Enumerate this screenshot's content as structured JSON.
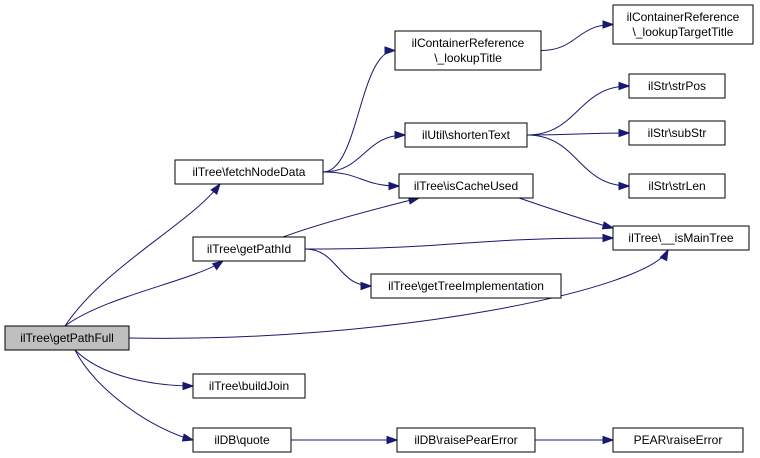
{
  "nodes": [
    {
      "id": "getPathFull",
      "lines": [
        "ilTree\\getPathFull"
      ],
      "root": true
    },
    {
      "id": "fetchNodeData",
      "lines": [
        "ilTree\\fetchNodeData"
      ]
    },
    {
      "id": "getPathId",
      "lines": [
        "ilTree\\getPathId"
      ]
    },
    {
      "id": "buildJoin",
      "lines": [
        "ilTree\\buildJoin"
      ]
    },
    {
      "id": "quote",
      "lines": [
        "ilDB\\quote"
      ]
    },
    {
      "id": "lookupTitle",
      "lines": [
        "ilContainerReference",
        "\\_lookupTitle"
      ]
    },
    {
      "id": "shortenText",
      "lines": [
        "ilUtil\\shortenText"
      ]
    },
    {
      "id": "isCacheUsed",
      "lines": [
        "ilTree\\isCacheUsed"
      ]
    },
    {
      "id": "getTreeImplementation",
      "lines": [
        "ilTree\\getTreeImplementation"
      ]
    },
    {
      "id": "raisePearError",
      "lines": [
        "ilDB\\raisePearError"
      ]
    },
    {
      "id": "lookupTargetTitle",
      "lines": [
        "ilContainerReference",
        "\\_lookupTargetTitle"
      ]
    },
    {
      "id": "strPos",
      "lines": [
        "ilStr\\strPos"
      ]
    },
    {
      "id": "subStr",
      "lines": [
        "ilStr\\subStr"
      ]
    },
    {
      "id": "strLen",
      "lines": [
        "ilStr\\strLen"
      ]
    },
    {
      "id": "isMainTree",
      "lines": [
        "ilTree\\__isMainTree"
      ]
    },
    {
      "id": "raiseError",
      "lines": [
        "PEAR\\raiseError"
      ]
    }
  ],
  "edges": [
    {
      "from": "getPathFull",
      "to": "fetchNodeData"
    },
    {
      "from": "getPathFull",
      "to": "getPathId"
    },
    {
      "from": "getPathFull",
      "to": "isMainTree"
    },
    {
      "from": "getPathFull",
      "to": "buildJoin"
    },
    {
      "from": "getPathFull",
      "to": "quote"
    },
    {
      "from": "fetchNodeData",
      "to": "lookupTitle"
    },
    {
      "from": "fetchNodeData",
      "to": "shortenText"
    },
    {
      "from": "fetchNodeData",
      "to": "isCacheUsed"
    },
    {
      "from": "getPathId",
      "to": "isCacheUsed"
    },
    {
      "from": "getPathId",
      "to": "isMainTree"
    },
    {
      "from": "getPathId",
      "to": "getTreeImplementation"
    },
    {
      "from": "lookupTitle",
      "to": "lookupTargetTitle"
    },
    {
      "from": "shortenText",
      "to": "strPos"
    },
    {
      "from": "shortenText",
      "to": "subStr"
    },
    {
      "from": "shortenText",
      "to": "strLen"
    },
    {
      "from": "isCacheUsed",
      "to": "isMainTree"
    },
    {
      "from": "quote",
      "to": "raisePearError"
    },
    {
      "from": "raisePearError",
      "to": "raiseError"
    }
  ],
  "colors": {
    "edge": "#191970",
    "root_fill": "#bfbfbf",
    "node_fill": "#ffffff",
    "node_stroke": "#000000"
  }
}
